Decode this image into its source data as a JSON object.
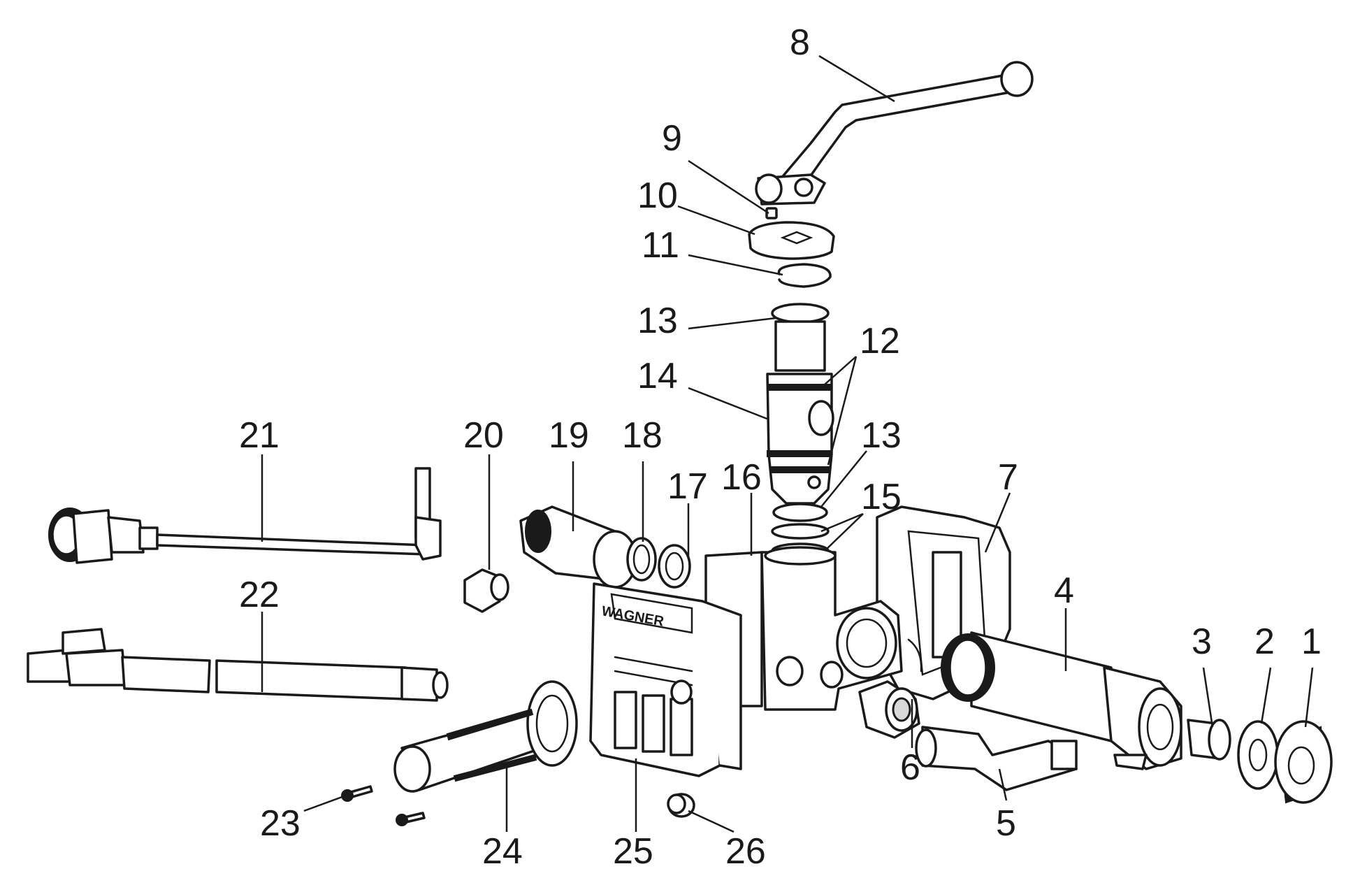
{
  "logo_text": "WAGNER",
  "callouts": [
    {
      "id": "1",
      "label": "1"
    },
    {
      "id": "2",
      "label": "2"
    },
    {
      "id": "3",
      "label": "3"
    },
    {
      "id": "4",
      "label": "4"
    },
    {
      "id": "5",
      "label": "5"
    },
    {
      "id": "6",
      "label": "6"
    },
    {
      "id": "7",
      "label": "7"
    },
    {
      "id": "8",
      "label": "8"
    },
    {
      "id": "9",
      "label": "9"
    },
    {
      "id": "10",
      "label": "10"
    },
    {
      "id": "11",
      "label": "11"
    },
    {
      "id": "12",
      "label": "12"
    },
    {
      "id": "13a",
      "label": "13"
    },
    {
      "id": "13b",
      "label": "13"
    },
    {
      "id": "14",
      "label": "14"
    },
    {
      "id": "15",
      "label": "15"
    },
    {
      "id": "16",
      "label": "16"
    },
    {
      "id": "17",
      "label": "17"
    },
    {
      "id": "18",
      "label": "18"
    },
    {
      "id": "19",
      "label": "19"
    },
    {
      "id": "20",
      "label": "20"
    },
    {
      "id": "21",
      "label": "21"
    },
    {
      "id": "22",
      "label": "22"
    },
    {
      "id": "23",
      "label": "23"
    },
    {
      "id": "24",
      "label": "24"
    },
    {
      "id": "25",
      "label": "25"
    },
    {
      "id": "26",
      "label": "26"
    }
  ]
}
